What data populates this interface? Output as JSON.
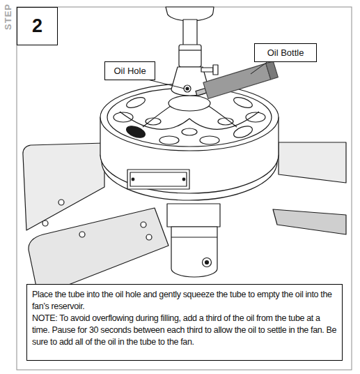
{
  "diagram": {
    "nodes": [
      {
        "text": [
          "2"
        ]
      },
      {
        "text": [
          "Oil Bottle"
        ]
      },
      {
        "text": [
          "Oil Hole"
        ]
      },
      {
        "text": [
          "Place the tube into the oil hole and gently squeeze the tube to empty the oil into the fan’s reservoir.",
          "NOTE: To avoid overflowing during filling, add a third of the oil from the tube at a time. Pause for 30 seconds between each third to allow the oil to settle in the fan. Be sure to add all of the oil in the tube to the fan."
        ]
      }
    ],
    "labels": [
      "STEP"
    ]
  }
}
